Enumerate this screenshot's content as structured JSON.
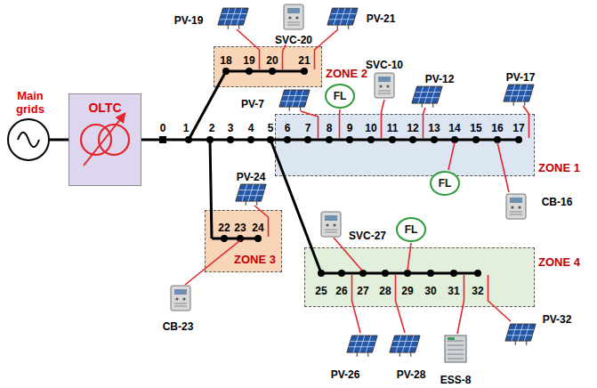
{
  "diagram": {
    "nodes": [
      {
        "text": [
          "Main grids"
        ]
      },
      {
        "text": [
          "OLTC"
        ]
      },
      {
        "text": [
          "ZONE 2"
        ]
      },
      {
        "text": [
          "ZONE 1"
        ]
      },
      {
        "text": [
          "FL"
        ]
      },
      {
        "text": [
          "FL"
        ]
      },
      {
        "text": [
          "ZONE 3"
        ]
      },
      {
        "text": [
          "ZONE 4"
        ]
      },
      {
        "text": [
          "FL"
        ]
      }
    ],
    "edges": [
      {
        "from": 0,
        "to": 1,
        "arrow": "none"
      }
    ],
    "labels": [
      "0",
      "1",
      "2",
      "3",
      "4",
      "5",
      "6",
      "7",
      "8",
      "9",
      "10",
      "11",
      "12",
      "13",
      "14",
      "15",
      "16",
      "17",
      "18",
      "19",
      "20",
      "21",
      "22",
      "23",
      "24",
      "25",
      "26",
      "27",
      "28",
      "29",
      "30",
      "31",
      "32",
      "PV-19",
      "SVC-20",
      "PV-21",
      "PV-7",
      "SVC-10",
      "PV-12",
      "PV-17",
      "CB-16",
      "PV-24",
      "CB-23",
      "SVC-27",
      "PV-26",
      "PV-28",
      "ESS-8",
      "PV-32"
    ]
  }
}
